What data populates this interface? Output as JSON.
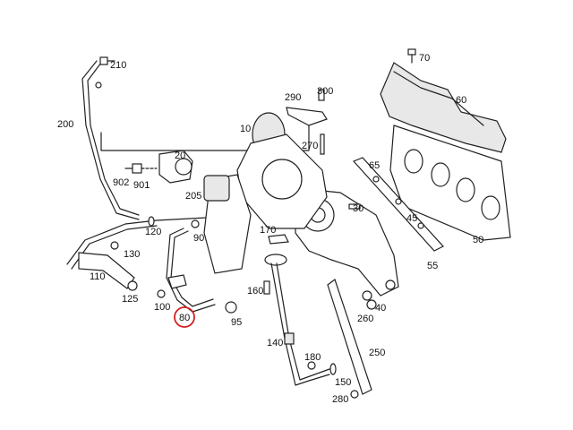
{
  "diagram": {
    "type": "exploded parts diagram - turbocharger assembly",
    "highlighted_part": "80",
    "highlight_color": "#d22020",
    "labels": [
      "210",
      "200",
      "290",
      "300",
      "70",
      "60",
      "10",
      "270",
      "20",
      "902",
      "901",
      "205",
      "65",
      "120",
      "90",
      "30",
      "45",
      "170",
      "130",
      "110",
      "125",
      "100",
      "80",
      "95",
      "160",
      "50",
      "55",
      "40",
      "260",
      "140",
      "180",
      "250",
      "150",
      "280"
    ]
  }
}
